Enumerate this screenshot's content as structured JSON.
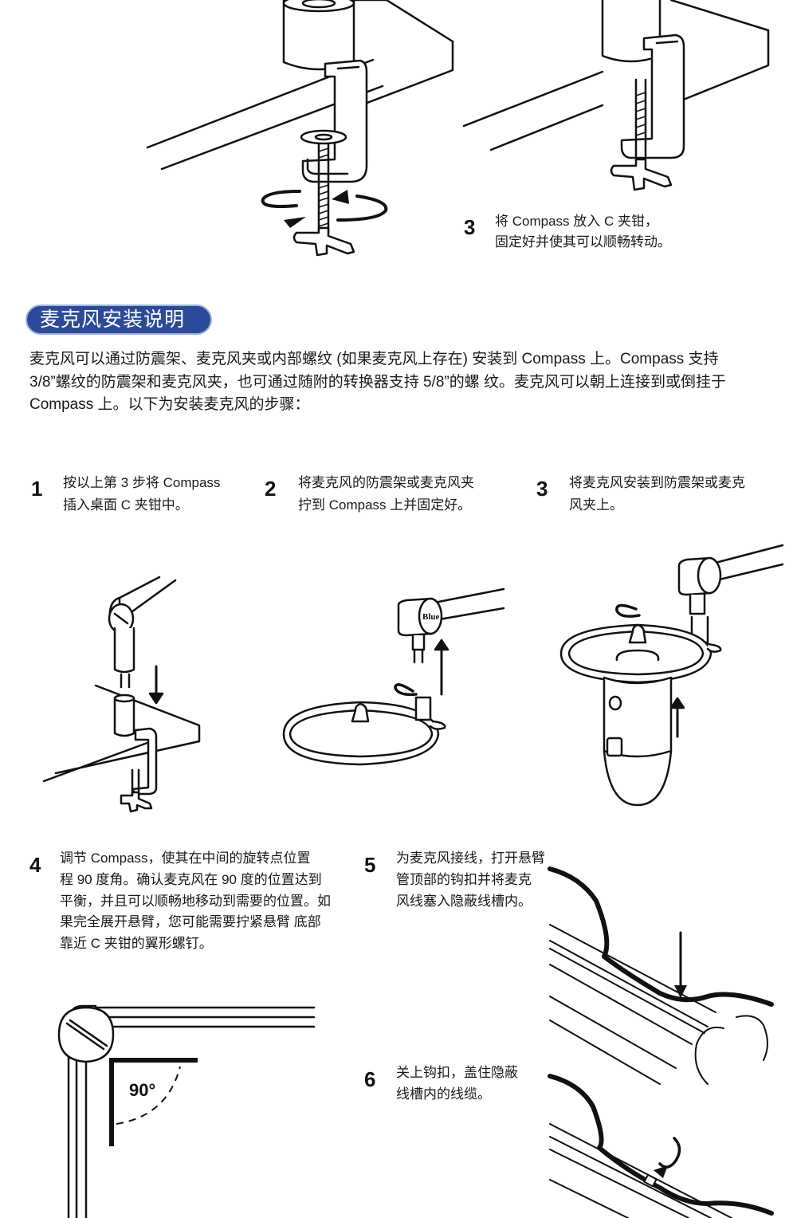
{
  "top": {
    "step3_number": "3",
    "step3_text_line1": "将 Compass 放入 C 夹钳，",
    "step3_text_line2": "固定好并使其可以顺畅转动。"
  },
  "section": {
    "title": "麦克风安装说明",
    "intro": "麦克风可以通过防震架、麦克风夹或内部螺纹 (如果麦克风上存在) 安装到 Compass 上。Compass 支持 3/8”螺纹的防震架和麦克风夹，也可通过随附的转换器支持 5/8”的螺 纹。麦克风可以朝上连接到或倒挂于 Compass 上。以下为安装麦克风的步骤："
  },
  "steps": [
    {
      "number": "1",
      "line1": "按以上第 3 步将 Compass",
      "line2": "插入桌面 C 夹钳中。"
    },
    {
      "number": "2",
      "line1": "将麦克风的防震架或麦克风夹",
      "line2": "拧到 Compass 上并固定好。"
    },
    {
      "number": "3",
      "line1": "将麦克风安装到防震架或麦克",
      "line2": "风夹上。"
    },
    {
      "number": "4",
      "lines": [
        "调节 Compass，使其在中间的旋转点位置",
        "程 90 度角。确认麦克风在 90 度的位置达到",
        "平衡，并且可以顺畅地移动到需要的位置。如",
        "果完全展开悬臂，您可能需要拧紧悬臂 底部",
        "靠近 C 夹钳的翼形螺钉。"
      ]
    },
    {
      "number": "5",
      "lines": [
        "为麦克风接线，打开悬臂",
        "管顶部的钩扣并将麦克",
        "风线塞入隐蔽线槽内。"
      ]
    },
    {
      "number": "6",
      "lines": [
        "关上钩扣，盖住隐蔽",
        "线槽内的线缆。"
      ]
    }
  ],
  "illustrations": {
    "brand_mark": "Blue",
    "angle_label": "90°"
  }
}
